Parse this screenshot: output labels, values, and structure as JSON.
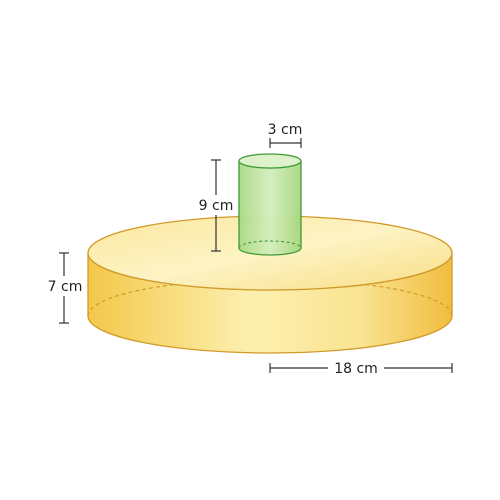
{
  "labels": {
    "small_radius": "3 cm",
    "small_height": "9 cm",
    "large_height": "7 cm",
    "large_radius": "18 cm"
  },
  "colors": {
    "large_fill_light": "#FCF2B8",
    "large_fill_mid": "#F9DC7A",
    "large_fill_dark": "#F1C043",
    "large_stroke": "#D29A2A",
    "small_fill": "#BCE39A",
    "small_stroke": "#3E9A35",
    "dimension_line": "#333333"
  }
}
